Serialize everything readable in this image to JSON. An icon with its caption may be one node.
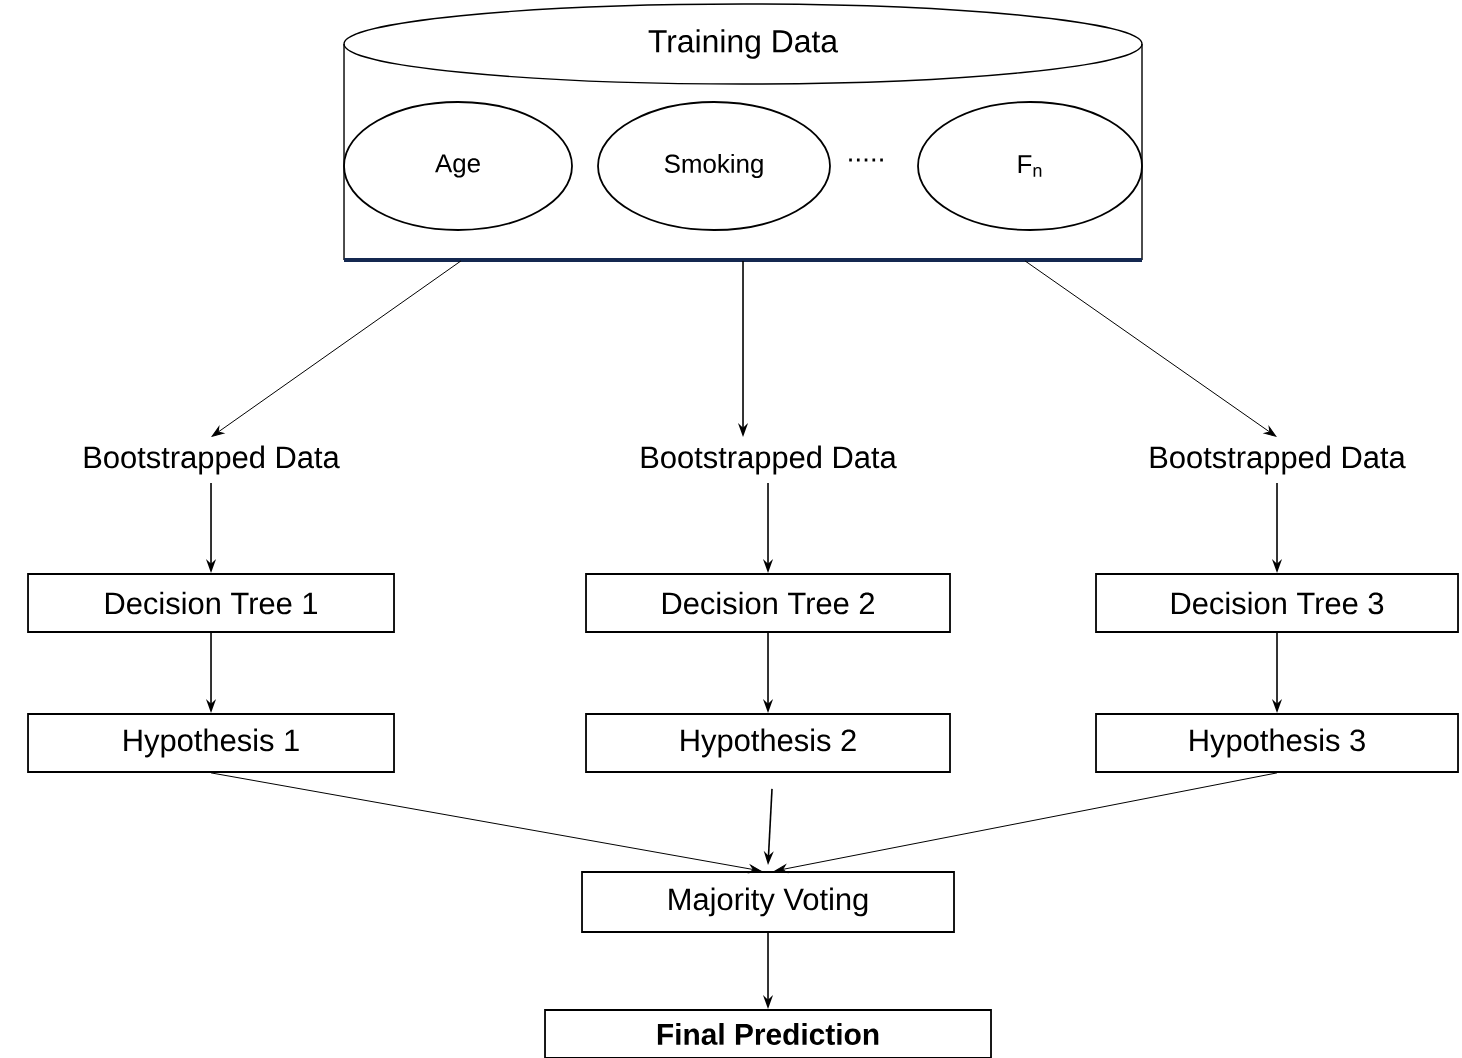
{
  "diagram": {
    "nodes": [
      {
        "text": [
          "Training Data"
        ]
      },
      {
        "text": [
          "Age"
        ],
        "in": 0
      },
      {
        "text": [
          "Smoking"
        ],
        "in": 0
      },
      {
        "text": [
          "F$_{n}$"
        ],
        "in": 0
      },
      {
        "text": [
          "Bootstrapped Data"
        ]
      },
      {
        "text": [
          "Bootstrapped Data"
        ]
      },
      {
        "text": [
          "Bootstrapped Data"
        ]
      },
      {
        "text": [
          "Decision Tree 1"
        ]
      },
      {
        "text": [
          "Decision Tree 2"
        ]
      },
      {
        "text": [
          "Decision Tree 3"
        ]
      },
      {
        "text": [
          "Hypothesis 1"
        ]
      },
      {
        "text": [
          "Hypothesis 2"
        ]
      },
      {
        "text": [
          "Hypothesis 3"
        ]
      },
      {
        "text": [
          "Majority Voting"
        ]
      },
      {
        "text": [
          "Final Prediction"
        ]
      }
    ],
    "edges": [
      {
        "from": 0,
        "to": 4,
        "arrow": "to"
      },
      {
        "from": 0,
        "to": 5,
        "arrow": "to"
      },
      {
        "from": 0,
        "to": 6,
        "arrow": "to"
      },
      {
        "from": 4,
        "to": 7,
        "arrow": "to"
      },
      {
        "from": 5,
        "to": 8,
        "arrow": "to"
      },
      {
        "from": 6,
        "to": 9,
        "arrow": "to"
      },
      {
        "from": 7,
        "to": 10,
        "arrow": "to"
      },
      {
        "from": 8,
        "to": 11,
        "arrow": "to"
      },
      {
        "from": 9,
        "to": 12,
        "arrow": "to"
      },
      {
        "from": 10,
        "to": 13,
        "arrow": "to"
      },
      {
        "from": 11,
        "to": 13,
        "arrow": "to"
      },
      {
        "from": 12,
        "to": 13,
        "arrow": "to"
      },
      {
        "from": 13,
        "to": 14,
        "arrow": "to"
      }
    ],
    "labels": [
      "....."
    ]
  }
}
